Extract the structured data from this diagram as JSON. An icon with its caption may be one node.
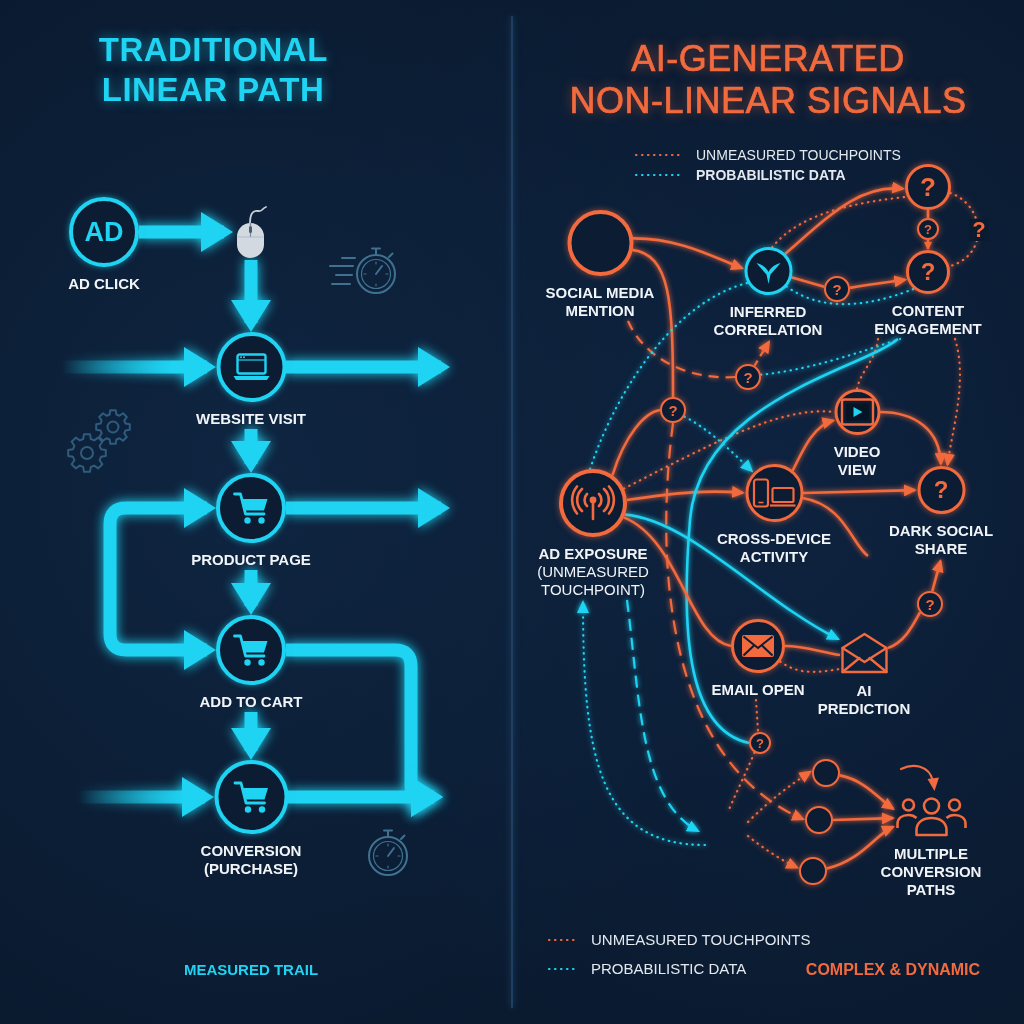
{
  "diagram": {
    "nodes": [
      {
        "text": [
          "AD",
          "AD CLICK"
        ]
      },
      {
        "text": [],
        "shape": "picture"
      },
      {
        "text": [
          "WEBSITE VISIT"
        ]
      },
      {
        "text": [
          "PRODUCT PAGE"
        ]
      },
      {
        "text": [
          "ADD TO CART"
        ]
      },
      {
        "text": [
          "CONVERSION (PURCHASE)"
        ]
      },
      {
        "text": [
          "SOCIAL MEDIA MENTION"
        ]
      },
      {
        "text": [
          "INFERRED CORRELATION"
        ]
      },
      {
        "text": [
          "?"
        ]
      },
      {
        "text": [
          "?"
        ]
      },
      {
        "text": [
          "?",
          "CONTENT ENGAGEMENT"
        ]
      },
      {
        "text": [
          "?"
        ]
      },
      {
        "text": [
          "?"
        ]
      },
      {
        "text": [
          "?"
        ]
      },
      {
        "text": [
          "AD EXPOSURE",
          "(UNMEASURED TOUCHPOINT)"
        ]
      },
      {
        "text": [
          "CROSS-DEVICE ACTIVITY"
        ]
      },
      {
        "text": [
          "VIDEO VIEW"
        ]
      },
      {
        "text": [
          "?",
          "DARK SOCIAL SHARE"
        ]
      },
      {
        "text": [
          "EMAIL OPEN"
        ]
      },
      {
        "text": [
          "AI PREDICTION"
        ]
      },
      {
        "text": [
          "?"
        ]
      },
      {
        "text": [
          "?"
        ]
      },
      {
        "text": [],
        "shape": "circle"
      },
      {
        "text": [],
        "shape": "circle"
      },
      {
        "text": [],
        "shape": "circle"
      },
      {
        "text": [
          "MULTIPLE CONVERSION PATHS"
        ]
      }
    ],
    "edges": [
      {
        "from": 0,
        "to": 1,
        "arrow": "to",
        "style": "thick",
        "color": "#1fd3f2"
      },
      {
        "from": 1,
        "to": 2,
        "arrow": "to",
        "style": "thick",
        "color": "#1fd3f2"
      },
      {
        "from": null,
        "to": 2,
        "arrow": "to",
        "style": "thick",
        "color": "#1fd3f2"
      },
      {
        "from": 2,
        "to": null,
        "arrow": "to",
        "style": "thick",
        "color": "#1fd3f2"
      },
      {
        "from": 2,
        "to": 3,
        "arrow": "to",
        "style": "thick",
        "color": "#1fd3f2"
      },
      {
        "from": 3,
        "to": null,
        "arrow": "to",
        "style": "thick",
        "color": "#1fd3f2"
      },
      {
        "from": 3,
        "to": 4,
        "arrow": "both",
        "style": "thick",
        "color": "#1fd3f2"
      },
      {
        "from": 3,
        "to": 4,
        "arrow": "to",
        "style": "thick",
        "color": "#1fd3f2"
      },
      {
        "from": 4,
        "to": null,
        "arrow": "to",
        "style": "thick",
        "color": "#1fd3f2"
      },
      {
        "from": 4,
        "to": 5,
        "arrow": "to",
        "style": "thick",
        "color": "#1fd3f2"
      },
      {
        "from": 5,
        "to": null,
        "arrow": "to",
        "style": "thick",
        "color": "#1fd3f2"
      },
      {
        "from": null,
        "to": 5,
        "arrow": "to",
        "style": "thick",
        "color": "#1fd3f2"
      },
      {
        "from": 6,
        "to": 7,
        "arrow": "to"
      },
      {
        "from": 7,
        "to": 8,
        "arrow": "to"
      },
      {
        "from": 7,
        "to": 8,
        "arrow": "none",
        "style": "dashed"
      },
      {
        "from": 8,
        "to": 9,
        "arrow": "none"
      },
      {
        "from": 9,
        "to": 10,
        "arrow": "to"
      },
      {
        "from": 8,
        "to": 10,
        "arrow": "none",
        "style": "dashed",
        "label": "?"
      },
      {
        "from": 7,
        "to": 11,
        "arrow": "none"
      },
      {
        "from": 11,
        "to": 10,
        "arrow": "to"
      },
      {
        "from": 7,
        "to": 10,
        "arrow": "none",
        "style": "dashed",
        "color": "#1fd3f2"
      },
      {
        "from": 6,
        "to": 12,
        "arrow": "none",
        "style": "dashed"
      },
      {
        "from": 12,
        "to": 7,
        "arrow": "to",
        "style": "dashed"
      },
      {
        "from": 12,
        "to": 10,
        "arrow": "none",
        "style": "dashed",
        "color": "#1fd3f2"
      },
      {
        "from": 6,
        "to": 13,
        "arrow": "none"
      },
      {
        "from": 13,
        "to": 23,
        "arrow": "to",
        "style": "dashed"
      },
      {
        "from": 14,
        "to": 13,
        "arrow": "none"
      },
      {
        "from": 7,
        "to": 14,
        "arrow": "none",
        "style": "dashed",
        "color": "#1fd3f2"
      },
      {
        "from": 13,
        "to": 15,
        "arrow": "to",
        "style": "dashed",
        "color": "#1fd3f2"
      },
      {
        "from": 14,
        "to": 15,
        "arrow": "to"
      },
      {
        "from": 14,
        "to": 16,
        "arrow": "none",
        "style": "dashed"
      },
      {
        "from": 15,
        "to": 16,
        "arrow": "to"
      },
      {
        "from": 15,
        "to": 17,
        "arrow": "to"
      },
      {
        "from": 16,
        "to": 17,
        "arrow": "to"
      },
      {
        "from": 15,
        "to": null,
        "arrow": "none"
      },
      {
        "from": 10,
        "to": 17,
        "arrow": "to",
        "style": "dashed"
      },
      {
        "from": 10,
        "to": 16,
        "arrow": "none",
        "style": "dashed"
      },
      {
        "from": 10,
        "to": 21,
        "arrow": "none",
        "color": "#1fd3f2"
      },
      {
        "from": 14,
        "to": 19,
        "arrow": "to",
        "color": "#1fd3f2"
      },
      {
        "from": 14,
        "to": 18,
        "arrow": "none"
      },
      {
        "from": 18,
        "to": 19,
        "arrow": "none"
      },
      {
        "from": 18,
        "to": 19,
        "arrow": "none",
        "style": "dashed"
      },
      {
        "from": 19,
        "to": 20,
        "arrow": "none"
      },
      {
        "from": 20,
        "to": 17,
        "arrow": "to"
      },
      {
        "from": 18,
        "to": 21,
        "arrow": "none",
        "style": "dashed"
      },
      {
        "from": 21,
        "to": null,
        "arrow": "none",
        "style": "dashed"
      },
      {
        "from": null,
        "to": 22,
        "arrow": "to",
        "style": "dashed"
      },
      {
        "from": null,
        "to": 24,
        "arrow": "to",
        "style": "dashed"
      },
      {
        "from": 22,
        "to": 25,
        "arrow": "to"
      },
      {
        "from": 23,
        "to": 25,
        "arrow": "to"
      },
      {
        "from": 24,
        "to": 25,
        "arrow": "to"
      },
      {
        "from": null,
        "to": 14,
        "arrow": "to",
        "style": "dashed",
        "color": "#1fd3f2"
      },
      {
        "from": 14,
        "to": null,
        "arrow": "to",
        "style": "dashed",
        "color": "#1fd3f2"
      }
    ],
    "labels": [
      "TRADITIONAL LINEAR PATH",
      "AI-GENERATED NON-LINEAR SIGNALS",
      "MEASURED TRAIL",
      "COMPLEX & DYNAMIC"
    ],
    "legend": [
      {
        "text": "UNMEASURED TOUCHPOINTS"
      },
      {
        "text": "PROBABILISTIC DATA"
      },
      {
        "text": "UNMEASURED TOUCHPOINTS"
      },
      {
        "text": "PROBABILISTIC DATA"
      }
    ]
  }
}
